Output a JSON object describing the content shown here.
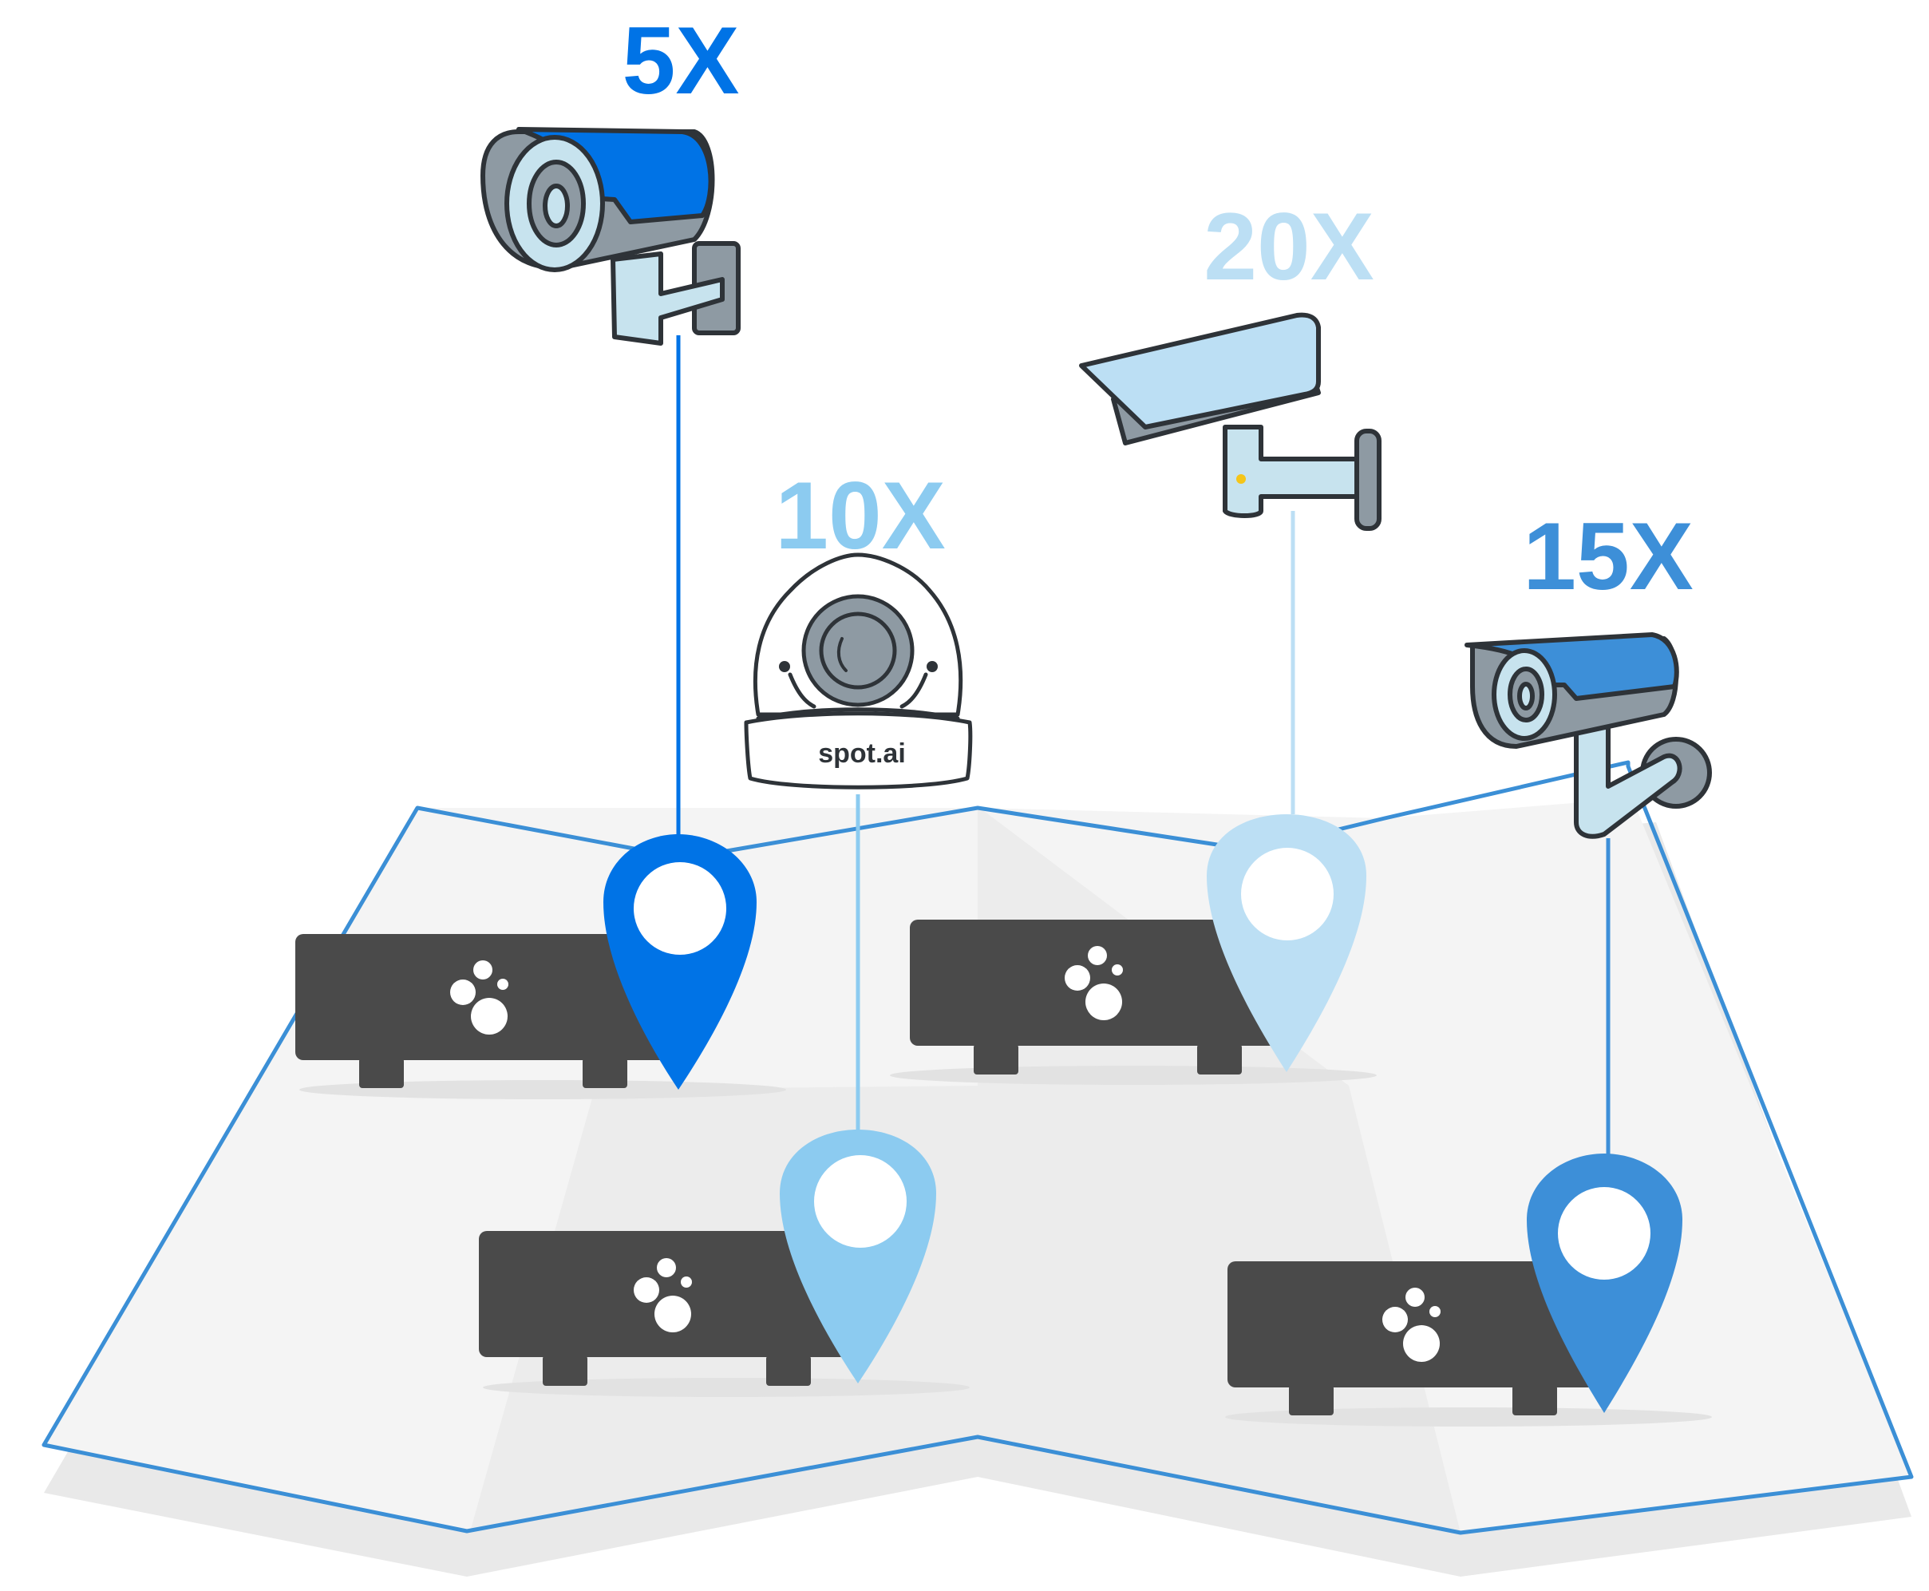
{
  "colors": {
    "background": "#ffffff",
    "map_fill": "#f3f3f3",
    "map_shadow": "#e8e8e8",
    "map_outline": "#3b8fd6",
    "outline_dark": "#2e3338",
    "camera_gray": "#8e9aa3",
    "camera_light": "#c7e3ee",
    "nvr_body": "#4a4a4a",
    "pin_hole": "#ffffff"
  },
  "cameras": [
    {
      "id": "cam-5x",
      "label": "5X",
      "type": "bullet",
      "color": "#0073e6"
    },
    {
      "id": "cam-10x",
      "label": "10X",
      "type": "dome",
      "color": "#8ccbf0",
      "brand": "spot.ai"
    },
    {
      "id": "cam-20x",
      "label": "20X",
      "type": "box",
      "color": "#bcdff4"
    },
    {
      "id": "cam-15x",
      "label": "15X",
      "type": "bullet",
      "color": "#3d8fd8"
    }
  ],
  "nvr_icon": "spot-ai-logo-icon"
}
